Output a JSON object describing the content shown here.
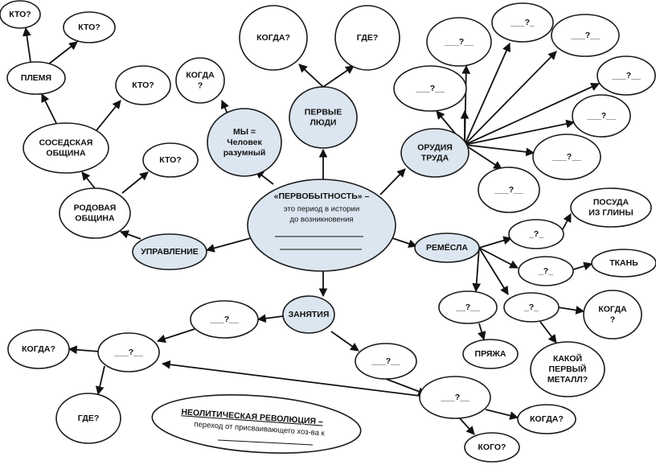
{
  "colors": {
    "light_fill": "#dce6f0",
    "white_fill": "#ffffff",
    "stroke": "#1a1a1a"
  },
  "nodes": {
    "center": {
      "title": "«ПЕРВОБЫТНОСТЬ» –",
      "lines": [
        "это период в истории",
        "до возникновения"
      ]
    },
    "first_people": {
      "lines": [
        "ПЕРВЫЕ",
        "ЛЮДИ"
      ]
    },
    "when_top": {
      "lines": [
        "КОГДА?"
      ]
    },
    "where_top": {
      "lines": [
        "ГДЕ?"
      ]
    },
    "homo_sapiens": {
      "lines": [
        "МЫ =",
        "Человек",
        "разумный"
      ]
    },
    "when_homo": {
      "lines": [
        "КОГДА",
        "?"
      ]
    },
    "tools": {
      "lines": [
        "ОРУДИЯ",
        "ТРУДА"
      ]
    },
    "tool_blanks": [
      "___?__",
      "___?__",
      "___?_",
      "___?__",
      "___?__",
      "___?__",
      "___?__",
      "___?__",
      "___?__"
    ],
    "crafts": {
      "lines": [
        "РЕМЁСЛА"
      ]
    },
    "craft_blank_1": {
      "lines": [
        "_?_"
      ]
    },
    "pottery": {
      "lines": [
        "ПОСУДА",
        "ИЗ ГЛИНЫ"
      ]
    },
    "craft_blank_2": {
      "lines": [
        "_?_"
      ]
    },
    "fabric": {
      "lines": [
        "ТКАНЬ"
      ]
    },
    "craft_blank_3": {
      "lines": [
        "__?__"
      ]
    },
    "yarn": {
      "lines": [
        "ПРЯЖА"
      ]
    },
    "craft_blank_4": {
      "lines": [
        "_?_"
      ]
    },
    "when_craft": {
      "lines": [
        "КОГДА",
        "?"
      ]
    },
    "first_metal": {
      "lines": [
        "КАКОЙ",
        "ПЕРВЫЙ",
        "МЕТАЛЛ?"
      ]
    },
    "occupations": {
      "lines": [
        "ЗАНЯТИЯ"
      ]
    },
    "occ_blank_left": {
      "lines": [
        "___?__"
      ]
    },
    "occ_blank_far_left": {
      "lines": [
        "___?__"
      ]
    },
    "when_left": {
      "lines": [
        "КОГДА?"
      ]
    },
    "where_left": {
      "lines": [
        "ГДЕ?"
      ]
    },
    "occ_blank_right": {
      "lines": [
        "___?__"
      ]
    },
    "occ_blank_bottom": {
      "lines": [
        "___?__"
      ]
    },
    "when_bottom": {
      "lines": [
        "КОГДА?"
      ]
    },
    "who_bottom": {
      "lines": [
        "КОГО?"
      ]
    },
    "neolithic": {
      "title": "НЕОЛИТИЧЕСКАЯ РЕВОЛЮЦИЯ –",
      "line": "переход от присваивающего хоз-ва к"
    },
    "governance": {
      "lines": [
        "УПРАВЛЕНИЕ"
      ]
    },
    "clan": {
      "lines": [
        "РОДОВАЯ",
        "ОБЩИНА"
      ]
    },
    "who_clan": {
      "lines": [
        "КТО?"
      ]
    },
    "neighbor": {
      "lines": [
        "СОСЕДСКАЯ",
        "ОБЩИНА"
      ]
    },
    "who_neighbor": {
      "lines": [
        "КТО?"
      ]
    },
    "tribe": {
      "lines": [
        "ПЛЕМЯ"
      ]
    },
    "who_tribe_1": {
      "lines": [
        "КТО?"
      ]
    },
    "who_tribe_2": {
      "lines": [
        "КТО?"
      ]
    }
  }
}
